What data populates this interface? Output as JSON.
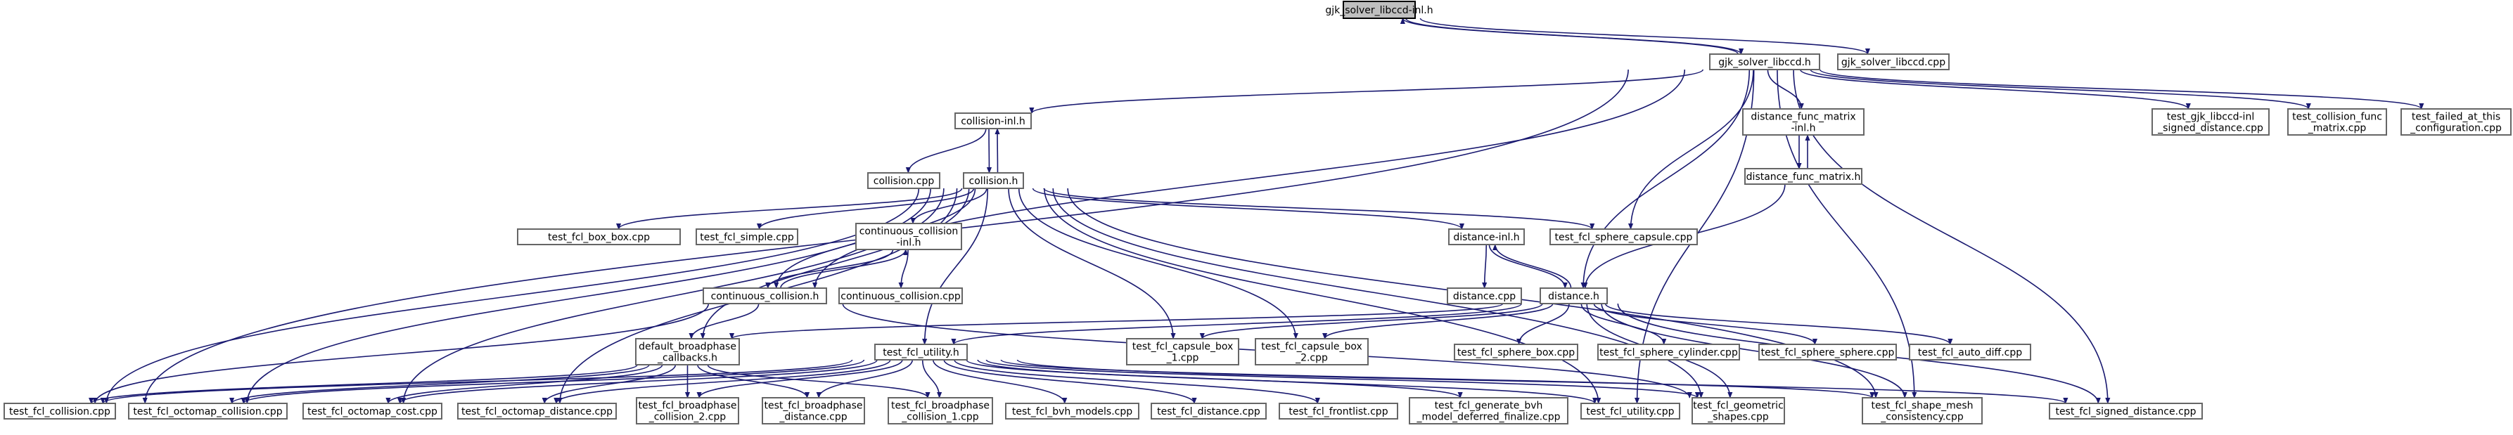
{
  "diagram": {
    "type": "include-dependency-graph",
    "edge_color": "#191970",
    "root_fill": "#bfbfbf",
    "node_fill": "#ffffff",
    "nodes": [
      {
        "id": "root",
        "lines": [
          "gjk_solver_libccd-inl.h"
        ],
        "root": true
      },
      {
        "id": "gjkh",
        "lines": [
          "gjk_solver_libccd.h"
        ]
      },
      {
        "id": "gjkcpp",
        "lines": [
          "gjk_solver_libccd.cpp"
        ]
      },
      {
        "id": "collinl",
        "lines": [
          "collision-inl.h"
        ]
      },
      {
        "id": "dfminl",
        "lines": [
          "distance_func_matrix",
          "-inl.h"
        ]
      },
      {
        "id": "tgjkinl",
        "lines": [
          "test_gjk_libccd-inl",
          "_signed_distance.cpp"
        ]
      },
      {
        "id": "tcollfunc",
        "lines": [
          "test_collision_func",
          "_matrix.cpp"
        ]
      },
      {
        "id": "tfailed",
        "lines": [
          "test_failed_at_this",
          "_configuration.cpp"
        ]
      },
      {
        "id": "collcpp",
        "lines": [
          "collision.cpp"
        ]
      },
      {
        "id": "collh",
        "lines": [
          "collision.h"
        ]
      },
      {
        "id": "dfmh",
        "lines": [
          "distance_func_matrix.h"
        ]
      },
      {
        "id": "tbox",
        "lines": [
          "test_fcl_box_box.cpp"
        ]
      },
      {
        "id": "tsimple",
        "lines": [
          "test_fcl_simple.cpp"
        ]
      },
      {
        "id": "ccinl",
        "lines": [
          "continuous_collision",
          "-inl.h"
        ]
      },
      {
        "id": "distinl",
        "lines": [
          "distance-inl.h"
        ]
      },
      {
        "id": "tsphcap",
        "lines": [
          "test_fcl_sphere_capsule.cpp"
        ]
      },
      {
        "id": "cch",
        "lines": [
          "continuous_collision.h"
        ]
      },
      {
        "id": "cccpp",
        "lines": [
          "continuous_collision.cpp"
        ]
      },
      {
        "id": "distcpp",
        "lines": [
          "distance.cpp"
        ]
      },
      {
        "id": "disth",
        "lines": [
          "distance.h"
        ]
      },
      {
        "id": "dbcb",
        "lines": [
          "default_broadphase",
          "_callbacks.h"
        ]
      },
      {
        "id": "tutilh",
        "lines": [
          "test_fcl_utility.h"
        ]
      },
      {
        "id": "tcapbox1",
        "lines": [
          "test_fcl_capsule_box",
          "_1.cpp"
        ]
      },
      {
        "id": "tcapbox2",
        "lines": [
          "test_fcl_capsule_box",
          "_2.cpp"
        ]
      },
      {
        "id": "tsphbox",
        "lines": [
          "test_fcl_sphere_box.cpp"
        ]
      },
      {
        "id": "tsphcyl",
        "lines": [
          "test_fcl_sphere_cylinder.cpp"
        ]
      },
      {
        "id": "tsphsph",
        "lines": [
          "test_fcl_sphere_sphere.cpp"
        ]
      },
      {
        "id": "tautodiff",
        "lines": [
          "test_fcl_auto_diff.cpp"
        ]
      },
      {
        "id": "tcoll",
        "lines": [
          "test_fcl_collision.cpp"
        ]
      },
      {
        "id": "toctcoll",
        "lines": [
          "test_fcl_octomap_collision.cpp"
        ]
      },
      {
        "id": "toctcost",
        "lines": [
          "test_fcl_octomap_cost.cpp"
        ]
      },
      {
        "id": "toctdist",
        "lines": [
          "test_fcl_octomap_distance.cpp"
        ]
      },
      {
        "id": "tbp2",
        "lines": [
          "test_fcl_broadphase",
          "_collision_2.cpp"
        ]
      },
      {
        "id": "tbpdist",
        "lines": [
          "test_fcl_broadphase",
          "_distance.cpp"
        ]
      },
      {
        "id": "tbp1",
        "lines": [
          "test_fcl_broadphase",
          "_collision_1.cpp"
        ]
      },
      {
        "id": "tbvh",
        "lines": [
          "test_fcl_bvh_models.cpp"
        ]
      },
      {
        "id": "tdist",
        "lines": [
          "test_fcl_distance.cpp"
        ]
      },
      {
        "id": "tfront",
        "lines": [
          "test_fcl_frontlist.cpp"
        ]
      },
      {
        "id": "tgen",
        "lines": [
          "test_fcl_generate_bvh",
          "_model_deferred_finalize.cpp"
        ]
      },
      {
        "id": "tutilcpp",
        "lines": [
          "test_fcl_utility.cpp"
        ]
      },
      {
        "id": "tgeom",
        "lines": [
          "test_fcl_geometric",
          "_shapes.cpp"
        ]
      },
      {
        "id": "tshape",
        "lines": [
          "test_fcl_shape_mesh",
          "_consistency.cpp"
        ]
      },
      {
        "id": "tsigned",
        "lines": [
          "test_fcl_signed_distance.cpp"
        ]
      }
    ],
    "edges": [
      [
        "root",
        "gjkh"
      ],
      [
        "root",
        "gjkcpp"
      ],
      [
        "gjkh",
        "root"
      ],
      [
        "gjkh",
        "collinl"
      ],
      [
        "gjkh",
        "dfminl"
      ],
      [
        "gjkh",
        "tgjkinl"
      ],
      [
        "gjkh",
        "tcollfunc"
      ],
      [
        "gjkh",
        "tfailed"
      ],
      [
        "gjkh",
        "tcoll"
      ],
      [
        "gjkh",
        "cch"
      ],
      [
        "gjkh",
        "tsphcap"
      ],
      [
        "gjkh",
        "disth"
      ],
      [
        "gjkh",
        "tutilcpp"
      ],
      [
        "gjkh",
        "tshape"
      ],
      [
        "gjkh",
        "tsigned"
      ],
      [
        "collinl",
        "collcpp"
      ],
      [
        "collinl",
        "collh"
      ],
      [
        "collh",
        "collinl"
      ],
      [
        "dfminl",
        "dfmh"
      ],
      [
        "dfmh",
        "dfminl"
      ],
      [
        "dfmh",
        "disth"
      ],
      [
        "collh",
        "tbox"
      ],
      [
        "collh",
        "tsimple"
      ],
      [
        "collh",
        "ccinl"
      ],
      [
        "collh",
        "distinl"
      ],
      [
        "collh",
        "tsphcap"
      ],
      [
        "collh",
        "cch"
      ],
      [
        "collh",
        "dbcb"
      ],
      [
        "collh",
        "tutilh"
      ],
      [
        "collh",
        "tcapbox1"
      ],
      [
        "collh",
        "tcapbox2"
      ],
      [
        "collh",
        "toctcoll"
      ],
      [
        "collh",
        "toctcost"
      ],
      [
        "collh",
        "toctdist"
      ],
      [
        "collh",
        "tgeom"
      ],
      [
        "collh",
        "tshape"
      ],
      [
        "collh",
        "tutilcpp"
      ],
      [
        "collh",
        "tcoll"
      ],
      [
        "ccinl",
        "cch"
      ],
      [
        "ccinl",
        "cccpp"
      ],
      [
        "cch",
        "ccinl"
      ],
      [
        "cch",
        "dbcb"
      ],
      [
        "cch",
        "tcoll"
      ],
      [
        "cch",
        "tgeom"
      ],
      [
        "distinl",
        "distcpp"
      ],
      [
        "distinl",
        "disth"
      ],
      [
        "disth",
        "distinl"
      ],
      [
        "disth",
        "dbcb"
      ],
      [
        "disth",
        "tutilh"
      ],
      [
        "disth",
        "tcapbox1"
      ],
      [
        "disth",
        "tcapbox2"
      ],
      [
        "disth",
        "tsphbox"
      ],
      [
        "disth",
        "tsphcyl"
      ],
      [
        "disth",
        "tsphsph"
      ],
      [
        "disth",
        "tautodiff"
      ],
      [
        "disth",
        "tgeom"
      ],
      [
        "disth",
        "tshape"
      ],
      [
        "disth",
        "tsigned"
      ],
      [
        "dbcb",
        "tcoll"
      ],
      [
        "dbcb",
        "toctcoll"
      ],
      [
        "dbcb",
        "toctcost"
      ],
      [
        "dbcb",
        "toctdist"
      ],
      [
        "dbcb",
        "tbp2"
      ],
      [
        "dbcb",
        "tbpdist"
      ],
      [
        "dbcb",
        "tbp1"
      ],
      [
        "tutilh",
        "tcoll"
      ],
      [
        "tutilh",
        "toctcoll"
      ],
      [
        "tutilh",
        "toctcost"
      ],
      [
        "tutilh",
        "toctdist"
      ],
      [
        "tutilh",
        "tbp2"
      ],
      [
        "tutilh",
        "tbpdist"
      ],
      [
        "tutilh",
        "tbp1"
      ],
      [
        "tutilh",
        "tbvh"
      ],
      [
        "tutilh",
        "tdist"
      ],
      [
        "tutilh",
        "tfront"
      ],
      [
        "tutilh",
        "tgen"
      ],
      [
        "tutilh",
        "tutilcpp"
      ],
      [
        "tutilh",
        "tgeom"
      ],
      [
        "tutilh",
        "tshape"
      ],
      [
        "tutilh",
        "tsigned"
      ]
    ]
  }
}
